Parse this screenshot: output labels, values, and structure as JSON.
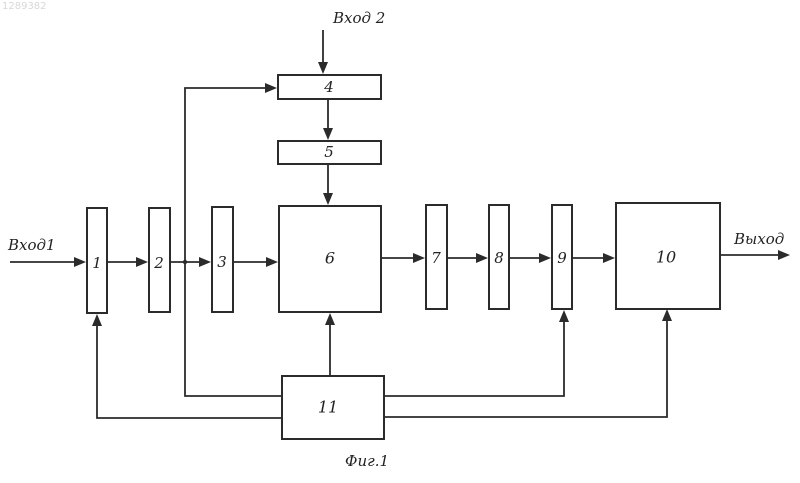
{
  "doc_number": "1289382",
  "caption": "Фиг.1",
  "signals": {
    "input1": "Вход1",
    "input2": "Вход 2",
    "output": "Выход"
  },
  "blocks": {
    "b1": "1",
    "b2": "2",
    "b3": "3",
    "b4": "4",
    "b5": "5",
    "b6": "6",
    "b7": "7",
    "b8": "8",
    "b9": "9",
    "b10": "10",
    "b11": "11"
  }
}
